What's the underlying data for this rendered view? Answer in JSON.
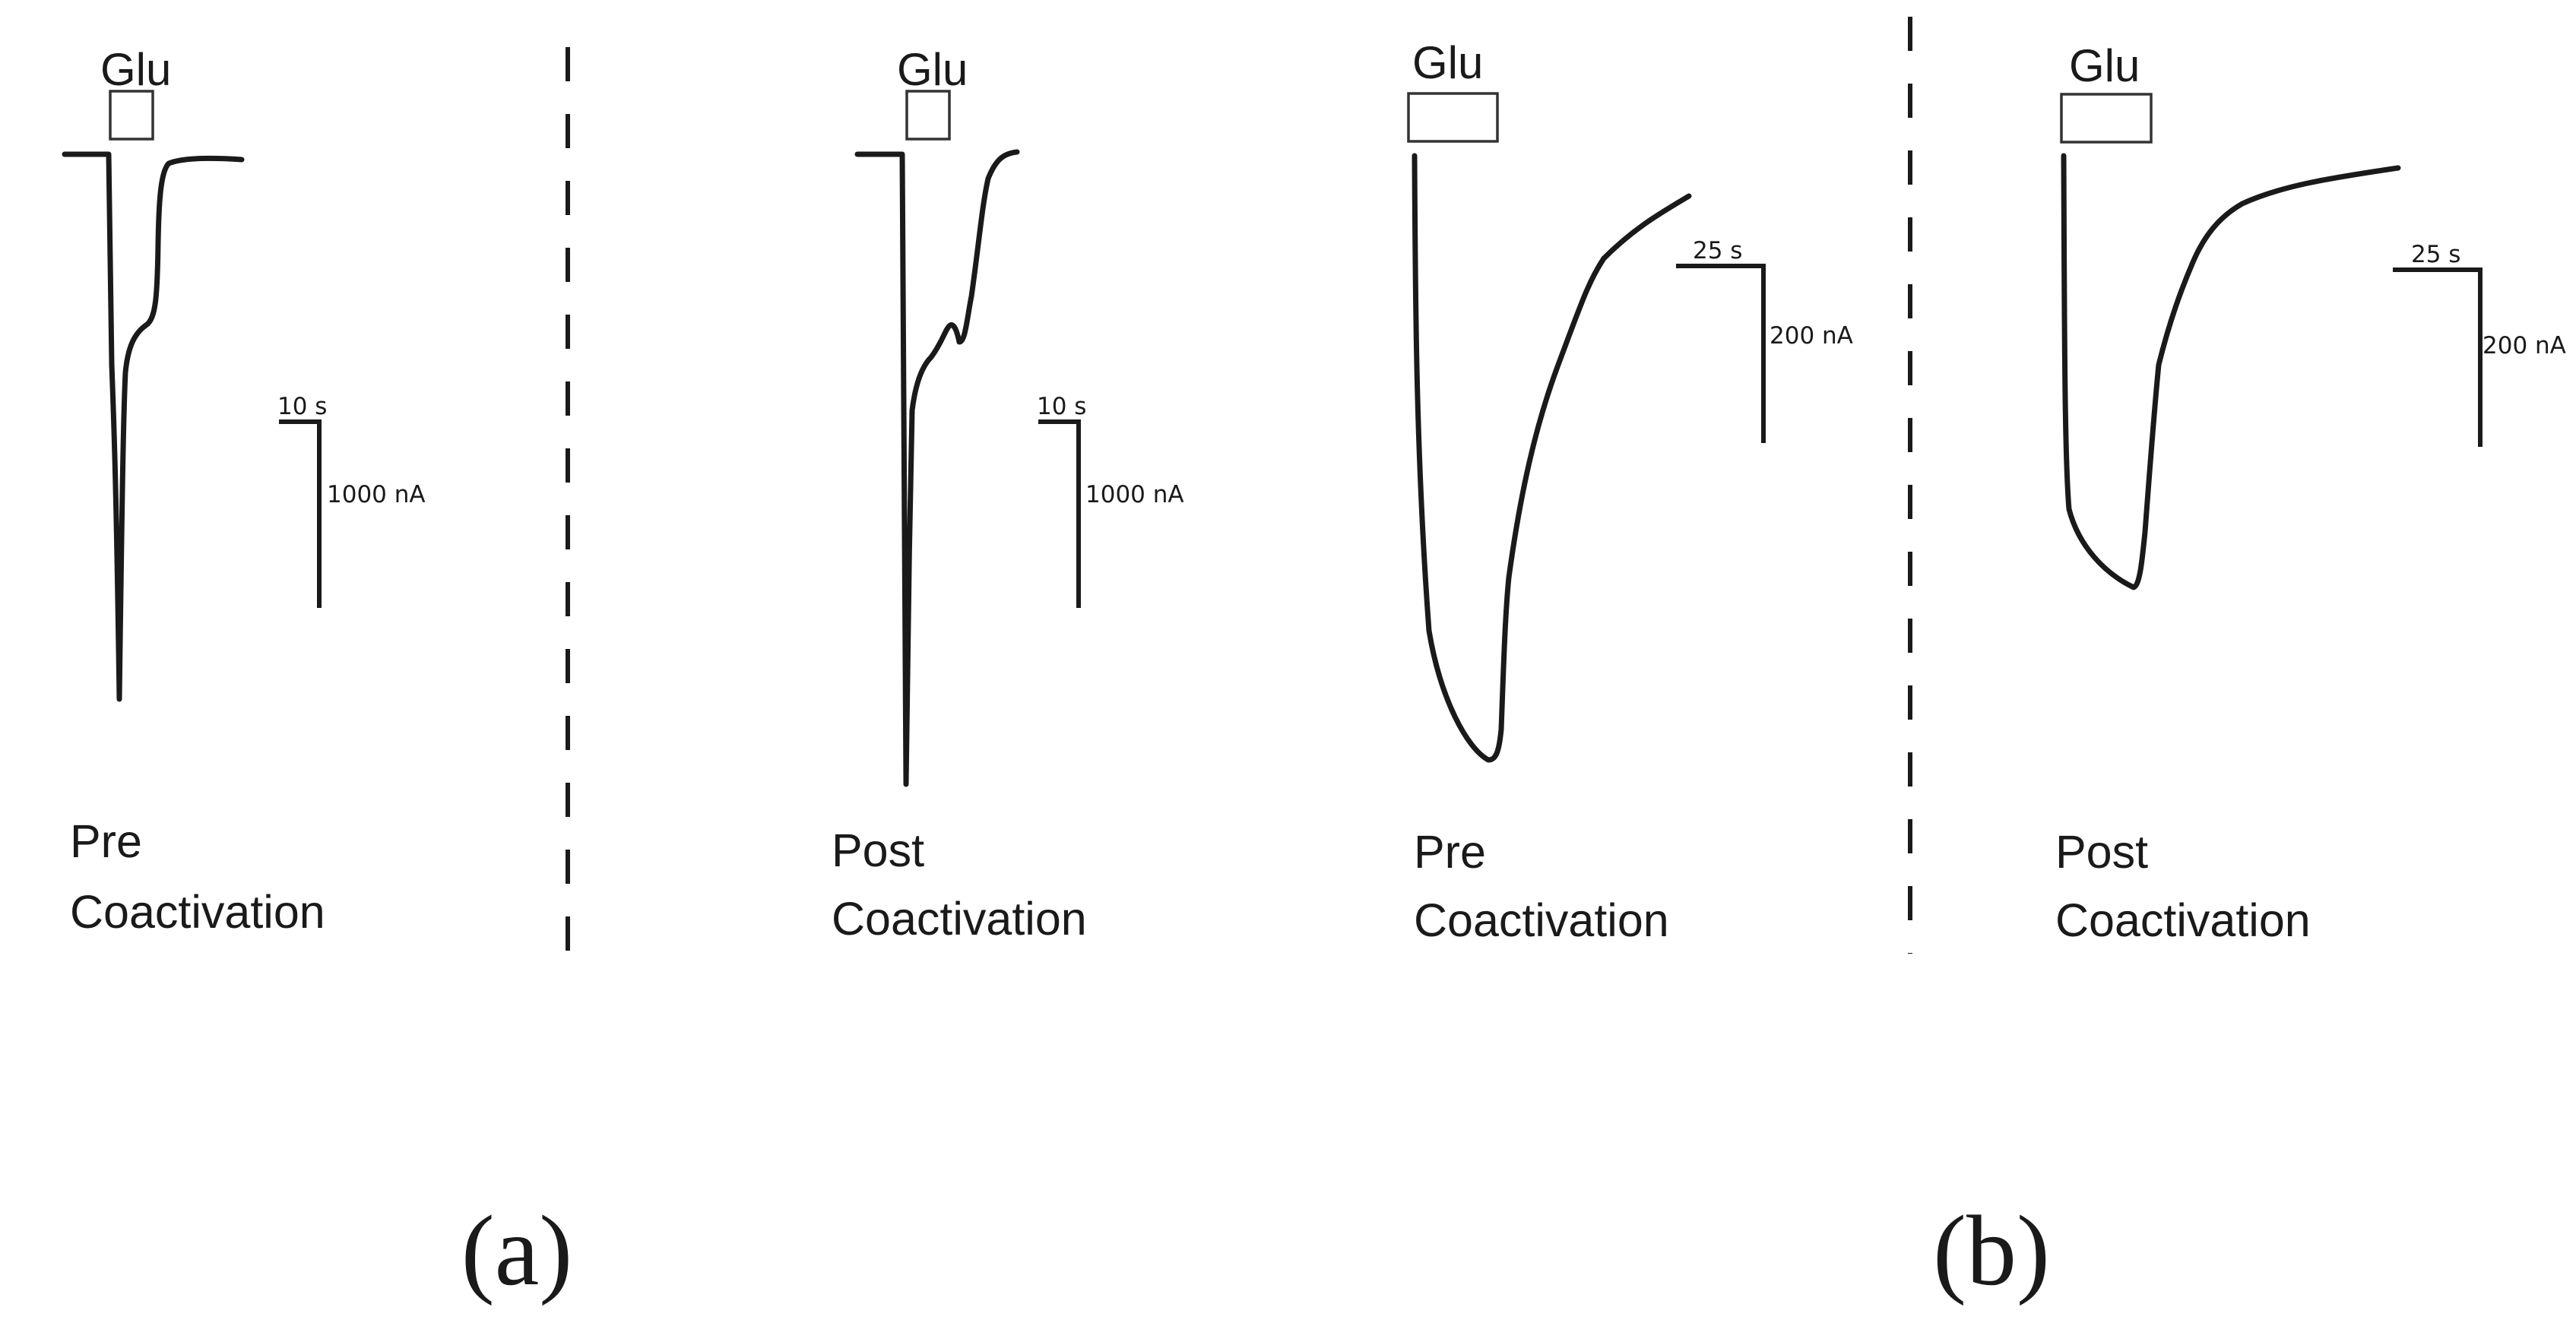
{
  "stimulus_label": "Glu",
  "panels": [
    {
      "label": "(a)",
      "traces": [
        {
          "condition": [
            "Pre",
            "Coactivation"
          ],
          "scale_time": "10 s",
          "scale_current": "1000 nA"
        },
        {
          "condition": [
            "Post",
            "Coactivation"
          ],
          "scale_time": "10 s",
          "scale_current": "1000 nA"
        }
      ]
    },
    {
      "label": "(b)",
      "traces": [
        {
          "condition": [
            "Pre",
            "Coactivation"
          ],
          "scale_time": "25 s",
          "scale_current": "200 nA"
        },
        {
          "condition": [
            "Post",
            "Coactivation"
          ],
          "scale_time": "25 s",
          "scale_current": "200 nA"
        }
      ]
    }
  ],
  "colors": {
    "trace": "#1a1a1a",
    "background": "#ffffff"
  }
}
